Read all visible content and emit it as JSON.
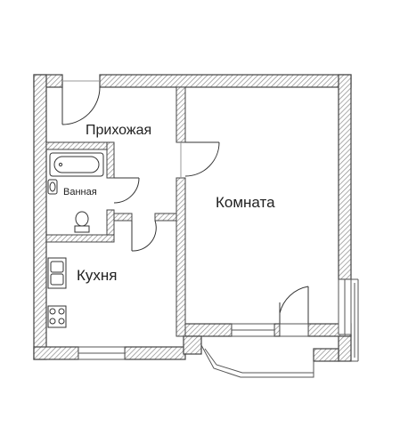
{
  "rooms": {
    "hallway": "Прихожая",
    "bathroom": "Ванная",
    "room": "Комната",
    "kitchen": "Кухня"
  },
  "colors": {
    "wall": "#6b6b6b",
    "hatch": "#9a9a9a",
    "line": "#333333",
    "window": "#555555",
    "background": "#ffffff"
  }
}
